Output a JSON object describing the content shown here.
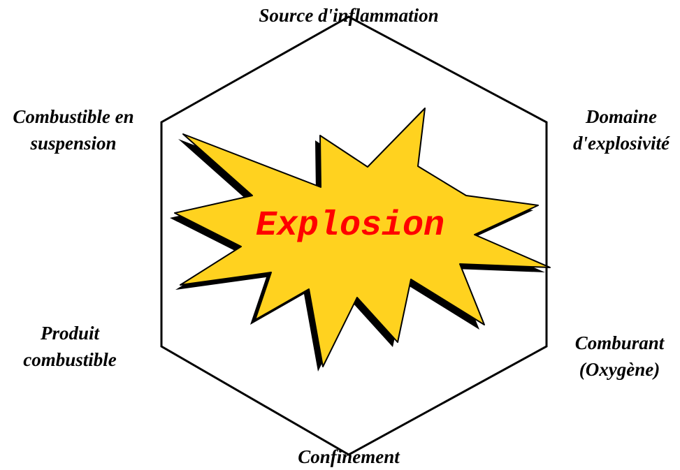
{
  "diagram": {
    "center_label": "Explosion",
    "vertices": {
      "top": "Source d'inflammation",
      "top_left": [
        "Combustible en",
        "suspension"
      ],
      "top_right": [
        "Domaine",
        "d'explosivité"
      ],
      "bottom_left": [
        "Produit",
        "combustible"
      ],
      "bottom_right": [
        "Comburant",
        "(Oxygène)"
      ],
      "bottom": "Confinement"
    }
  },
  "colors": {
    "burst_fill": "#FFD21F",
    "burst_outline": "#000000",
    "center_text": "#FF0000",
    "hexagon_stroke": "#000000"
  }
}
